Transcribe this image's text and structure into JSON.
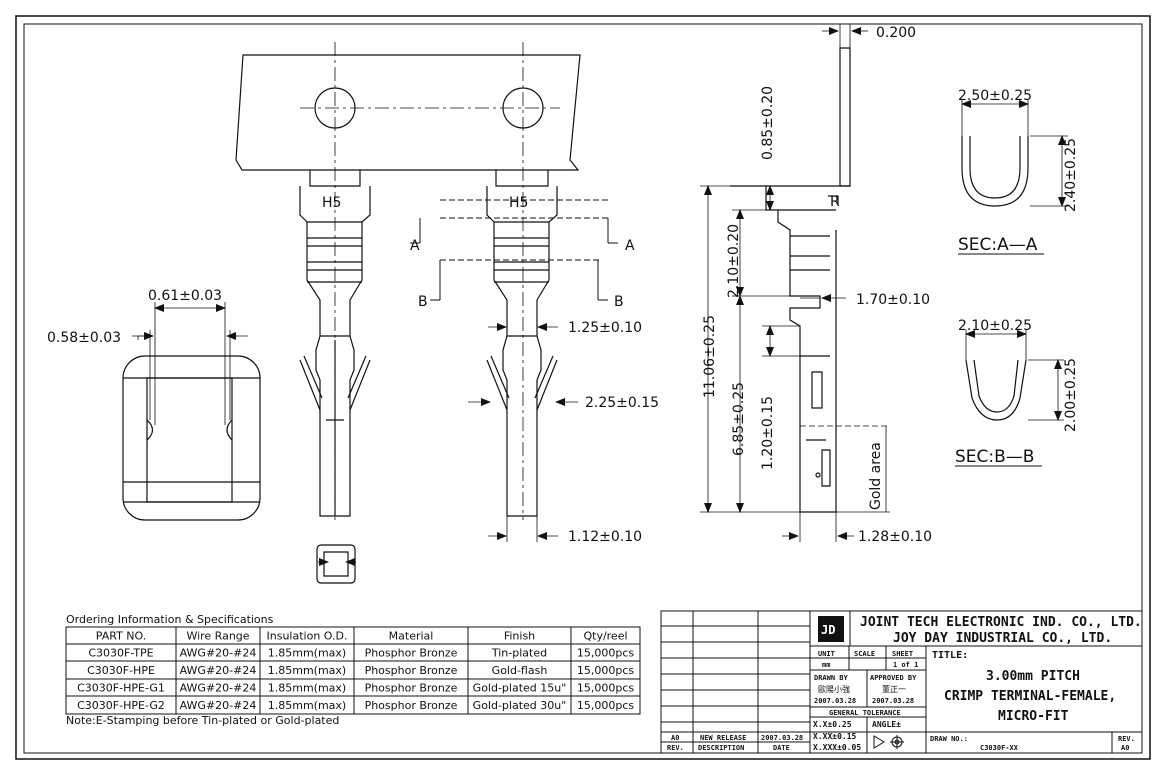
{
  "dimensions": {
    "thickness": "0.200",
    "d085": "0.85±0.20",
    "d210": "2.10±0.20",
    "d170": "1.70±0.10",
    "d1106": "11.06±0.25",
    "d685": "6.85±0.25",
    "d120": "1.20±0.15",
    "gold_area": "Gold area",
    "d128": "1.28±0.10",
    "d125": "1.25±0.10",
    "d225": "2.25±0.15",
    "d112": "1.12±0.10",
    "d061": "0.61±0.03",
    "d058": "0.58±0.03",
    "secA_w": "2.50±0.25",
    "secA_h": "2.40±0.25",
    "secB_w": "2.10±0.25",
    "secB_h": "2.00±0.25",
    "sec_a_label": "SEC:A—A",
    "sec_b_label": "SEC:B—B",
    "cut_a": "A",
    "cut_b": "B",
    "hole_mark": "H5",
    "side_mark": "R"
  },
  "ordering": {
    "title": "Ordering Information & Specifications",
    "headers": [
      "PART NO.",
      "Wire Range",
      "Insulation O.D.",
      "Material",
      "Finish",
      "Qty/reel"
    ],
    "rows": [
      [
        "C3030F-TPE",
        "AWG#20-#24",
        "1.85mm(max)",
        "Phosphor Bronze",
        "Tin-plated",
        "15,000pcs"
      ],
      [
        "C3030F-HPE",
        "AWG#20-#24",
        "1.85mm(max)",
        "Phosphor Bronze",
        "Gold-flash",
        "15,000pcs"
      ],
      [
        "C3030F-HPE-G1",
        "AWG#20-#24",
        "1.85mm(max)",
        "Phosphor Bronze",
        "Gold-plated 15u\"",
        "15,000pcs"
      ],
      [
        "C3030F-HPE-G2",
        "AWG#20-#24",
        "1.85mm(max)",
        "Phosphor Bronze",
        "Gold-plated 30u\"",
        "15,000pcs"
      ]
    ],
    "note": "Note:E-Stamping before Tin-plated or Gold-plated"
  },
  "title_block": {
    "logo": "JD",
    "company1": "JOINT TECH ELECTRONIC IND. CO., LTD.",
    "company2": "JOY DAY INDUSTRIAL CO., LTD.",
    "unit_label": "UNIT",
    "unit": "mm",
    "scale_label": "SCALE",
    "sheet_label": "SHEET",
    "sheet": "1 of 1",
    "drawn_label": "DRAWN BY",
    "drawn_name": "歐陽小強",
    "drawn_date": "2007.03.28",
    "approved_label": "APPROVED BY",
    "approved_name": "董正一",
    "approved_date": "2007.03.28",
    "tolerance_label": "GENERAL TOLERANCE",
    "tol1": "X.X±0.25",
    "tol2": "X.XX±0.15",
    "tol3": "X.XXX±0.05",
    "angle_label": "ANGLE±",
    "title_label": "TITLE:",
    "title1": "3.00mm PITCH",
    "title2": "CRIMP TERMINAL-FEMALE,",
    "title3": "MICRO-FIT",
    "rev_code": "A0",
    "rev_desc": "NEW RELEASE",
    "rev_date": "2007.03.28",
    "rev_label": "REV.",
    "desc_label": "DESCRIPTION",
    "date_label": "DATE",
    "draw_no_label": "DRAW NO.:",
    "draw_no": "C3030F-XX",
    "rev_box_label": "REV.",
    "rev_value": "A0"
  }
}
